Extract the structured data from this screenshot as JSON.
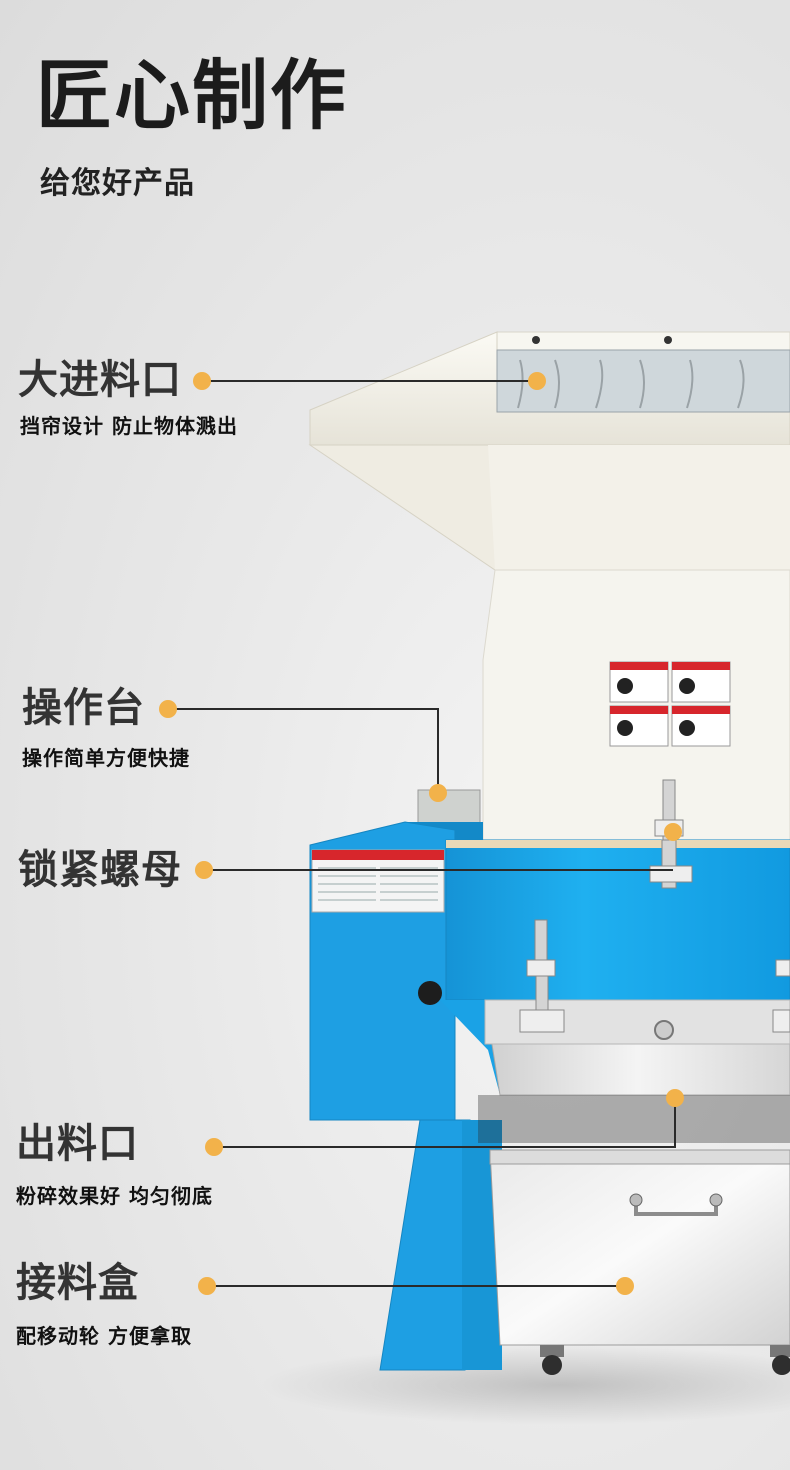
{
  "hero": {
    "title": "匠心制作",
    "subtitle": "给您好产品"
  },
  "features": [
    {
      "title": "大进料口",
      "desc": "挡帘设计 防止物体溅出"
    },
    {
      "title": "操作台",
      "desc": "操作简单方便快捷"
    },
    {
      "title": "锁紧螺母",
      "desc": ""
    },
    {
      "title": "出料口",
      "desc": "粉碎效果好 均匀彻底"
    },
    {
      "title": "接料盒",
      "desc": "配移动轮 方便拿取"
    }
  ],
  "colors": {
    "accent_dot": "#f2b24a",
    "machine_blue": "#1aa4e8",
    "machine_white": "#f3f1e9",
    "leader_line": "#2a2a2a"
  }
}
